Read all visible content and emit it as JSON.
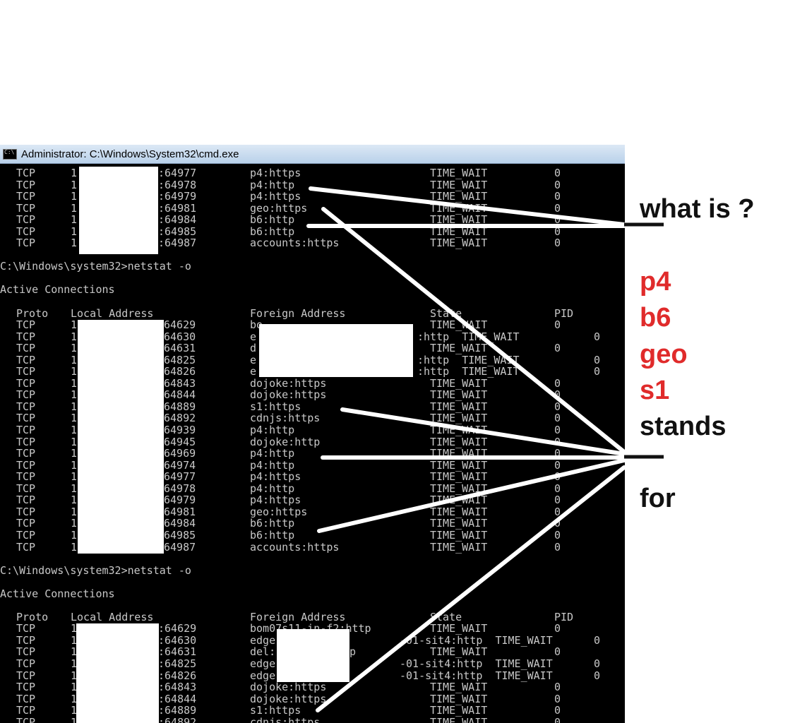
{
  "window": {
    "title": "Administrator: C:\\Windows\\System32\\cmd.exe"
  },
  "console": {
    "block1": [
      {
        "proto": "TCP",
        "one": "1",
        "port": ":64977",
        "foreign": "p4:https",
        "state": "TIME_WAIT",
        "pid": "0"
      },
      {
        "proto": "TCP",
        "one": "1",
        "port": ":64978",
        "foreign": "p4:http",
        "state": "TIME_WAIT",
        "pid": "0"
      },
      {
        "proto": "TCP",
        "one": "1",
        "port": ":64979",
        "foreign": "p4:https",
        "state": "TIME_WAIT",
        "pid": "0"
      },
      {
        "proto": "TCP",
        "one": "1",
        "port": ":64981",
        "foreign": "geo:https",
        "state": "TIME_WAIT",
        "pid": "0"
      },
      {
        "proto": "TCP",
        "one": "1",
        "port": ":64984",
        "foreign": "b6:http",
        "state": "TIME_WAIT",
        "pid": "0"
      },
      {
        "proto": "TCP",
        "one": "1",
        "port": ":64985",
        "foreign": "b6:http",
        "state": "TIME_WAIT",
        "pid": "0"
      },
      {
        "proto": "TCP",
        "one": "1",
        "port": ":64987",
        "foreign": "accounts:https",
        "state": "TIME_WAIT",
        "pid": "0"
      }
    ],
    "prompt": "C:\\Windows\\system32>netstat -o",
    "active": "Active Connections",
    "headers": {
      "proto": "Proto",
      "local": "Local Address",
      "foreign": "Foreign Address",
      "state": "State",
      "pid": "PID"
    },
    "block2": [
      {
        "proto": "TCP",
        "one": "1",
        "port": "64629",
        "foreign": "bo",
        "state": "TIME_WAIT",
        "pid": "0"
      },
      {
        "proto": "TCP",
        "one": "1",
        "port": "64630",
        "foreign": "e",
        "tail": ":http  TIME_WAIT",
        "pidr": "0"
      },
      {
        "proto": "TCP",
        "one": "1",
        "port": "64631",
        "foreign": "d",
        "state": "TIME_WAIT",
        "pid": "0"
      },
      {
        "proto": "TCP",
        "one": "1",
        "port": "64825",
        "foreign": "e",
        "tail": ":http  TIME_WAIT",
        "pidr": "0"
      },
      {
        "proto": "TCP",
        "one": "1",
        "port": "64826",
        "foreign": "e",
        "tail": ":http  TIME_WAIT",
        "pidr": "0"
      },
      {
        "proto": "TCP",
        "one": "1",
        "port": "64843",
        "foreign": "dojoke:https",
        "state": "TIME_WAIT",
        "pid": "0"
      },
      {
        "proto": "TCP",
        "one": "1",
        "port": "64844",
        "foreign": "dojoke:https",
        "state": "TIME_WAIT",
        "pid": "0"
      },
      {
        "proto": "TCP",
        "one": "1",
        "port": "64889",
        "foreign": "s1:https",
        "state": "TIME_WAIT",
        "pid": "0"
      },
      {
        "proto": "TCP",
        "one": "1",
        "port": "64892",
        "foreign": "cdnjs:https",
        "state": "TIME_WAIT",
        "pid": "0"
      },
      {
        "proto": "TCP",
        "one": "1",
        "port": "64939",
        "foreign": "p4:http",
        "state": "TIME_WAIT",
        "pid": "0"
      },
      {
        "proto": "TCP",
        "one": "1",
        "port": "64945",
        "foreign": "dojoke:http",
        "state": "TIME_WAIT",
        "pid": "0"
      },
      {
        "proto": "TCP",
        "one": "1",
        "port": "64969",
        "foreign": "p4:http",
        "state": "TIME_WAIT",
        "pid": "0"
      },
      {
        "proto": "TCP",
        "one": "1",
        "port": "64974",
        "foreign": "p4:http",
        "state": "TIME_WAIT",
        "pid": "0"
      },
      {
        "proto": "TCP",
        "one": "1",
        "port": "64977",
        "foreign": "p4:https",
        "state": "TIME_WAIT",
        "pid": "0"
      },
      {
        "proto": "TCP",
        "one": "1",
        "port": "64978",
        "foreign": "p4:http",
        "state": "TIME_WAIT",
        "pid": "0"
      },
      {
        "proto": "TCP",
        "one": "1",
        "port": "64979",
        "foreign": "p4:https",
        "state": "TIME_WAIT",
        "pid": "0"
      },
      {
        "proto": "TCP",
        "one": "1",
        "port": "64981",
        "foreign": "geo:https",
        "state": "TIME_WAIT",
        "pid": "0"
      },
      {
        "proto": "TCP",
        "one": "1",
        "port": "64984",
        "foreign": "b6:http",
        "state": "TIME_WAIT",
        "pid": "0"
      },
      {
        "proto": "TCP",
        "one": "1",
        "port": "64985",
        "foreign": "b6:http",
        "state": "TIME_WAIT",
        "pid": "0"
      },
      {
        "proto": "TCP",
        "one": "1",
        "port": "64987",
        "foreign": "accounts:https",
        "state": "TIME_WAIT",
        "pid": "0"
      }
    ],
    "block3": [
      {
        "proto": "TCP",
        "one": "1",
        "port": ":64629",
        "foreign": "bom07s11-in-f2:http",
        "state": "TIME_WAIT",
        "pid": "0"
      },
      {
        "proto": "TCP",
        "one": "1",
        "port": ":64630",
        "foreign": "edge",
        "tail2": "-01-sit4:http  TIME_WAIT",
        "pidr": "0"
      },
      {
        "proto": "TCP",
        "one": "1",
        "port": ":64631",
        "foreign": "del:",
        "mid": "p",
        "state": "TIME_WAIT",
        "pid": "0"
      },
      {
        "proto": "TCP",
        "one": "1",
        "port": ":64825",
        "foreign": "edge",
        "tail2": "-01-sit4:http  TIME_WAIT",
        "pidr": "0"
      },
      {
        "proto": "TCP",
        "one": "1",
        "port": ":64826",
        "foreign": "edge-star-sh",
        "tail2": "-01-sit4:http  TIME_WAIT",
        "pidr": "0"
      },
      {
        "proto": "TCP",
        "one": "1",
        "port": ":64843",
        "foreign": "dojoke:https",
        "state": "TIME_WAIT",
        "pid": "0"
      },
      {
        "proto": "TCP",
        "one": "1",
        "port": ":64844",
        "foreign": "dojoke:https",
        "state": "TIME_WAIT",
        "pid": "0"
      },
      {
        "proto": "TCP",
        "one": "1",
        "port": ":64889",
        "foreign": "s1:https",
        "state": "TIME_WAIT",
        "pid": "0"
      },
      {
        "proto": "TCP",
        "one": "1",
        "port": ":64892",
        "foreign": "cdnjs:https",
        "state": "TIME_WAIT",
        "pid": "0"
      }
    ]
  },
  "annotation": {
    "question": "what is ?",
    "terms": [
      "p4",
      "b6",
      "geo",
      "s1"
    ],
    "stands": "stands",
    "for": "for",
    "colors": {
      "terms": "#e02b2b",
      "text": "#111111",
      "arrows": "#ffffff"
    }
  }
}
